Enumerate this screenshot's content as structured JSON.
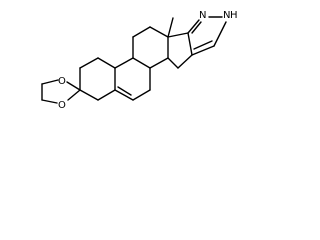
{
  "molecule": {
    "atom_labels": {
      "pyrazole_n1": "N",
      "pyrazole_n2": "N",
      "pyrazole_h": "H",
      "dioxolane_o1": "O",
      "dioxolane_o2": "O"
    },
    "colors": {
      "bond": "#000000",
      "background": "#ffffff",
      "label": "#000000"
    }
  }
}
